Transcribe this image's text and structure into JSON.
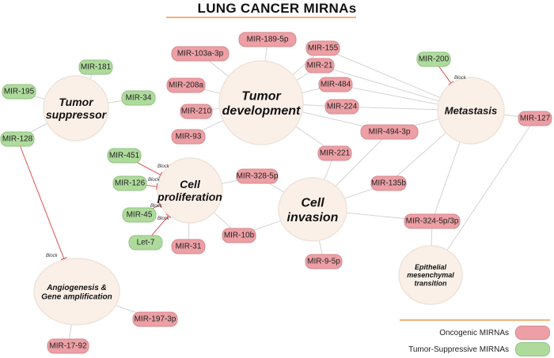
{
  "title": "LUNG CANCER MIRNAs",
  "colors": {
    "oncogenic_fill": "#ec9fa4",
    "oncogenic_stroke": "#d88a90",
    "suppressive_fill": "#aedb9c",
    "suppressive_stroke": "#92c283",
    "hub_fill": "#fbf0e8",
    "hub_stroke": "#eee3dc",
    "edge": "#d3d3d3",
    "block_edge": "#d9534f",
    "accent_rule": "#f0b27a"
  },
  "block_label": "Block",
  "hubs": [
    {
      "id": "suppressor",
      "lines": [
        "Tumor",
        "suppressor"
      ]
    },
    {
      "id": "development",
      "lines": [
        "Tumor",
        "development"
      ]
    },
    {
      "id": "metastasis",
      "lines": [
        "Metastasis"
      ]
    },
    {
      "id": "proliferation",
      "lines": [
        "Cell",
        "proliferation"
      ]
    },
    {
      "id": "invasion",
      "lines": [
        "Cell",
        "invasion"
      ]
    },
    {
      "id": "angiogenesis",
      "lines": [
        "Angiogenesis &",
        "Gene amplification"
      ]
    },
    {
      "id": "emt",
      "lines": [
        "Epithelial",
        "mesenchymal",
        "transition"
      ]
    }
  ],
  "mirnas": [
    {
      "id": "mir189",
      "label": "MIR-189-5p",
      "type": "oncogenic"
    },
    {
      "id": "mir103",
      "label": "MIR-103a-3p",
      "type": "oncogenic"
    },
    {
      "id": "mir155",
      "label": "MIR-155",
      "type": "oncogenic"
    },
    {
      "id": "mir21",
      "label": "MIR-21",
      "type": "oncogenic"
    },
    {
      "id": "mir484",
      "label": "MIR-484",
      "type": "oncogenic"
    },
    {
      "id": "mir224",
      "label": "MIR-224",
      "type": "oncogenic"
    },
    {
      "id": "mir494",
      "label": "MIR-494-3p",
      "type": "oncogenic"
    },
    {
      "id": "mir221",
      "label": "MIR-221",
      "type": "oncogenic"
    },
    {
      "id": "mir208",
      "label": "MIR-208a",
      "type": "oncogenic"
    },
    {
      "id": "mir210",
      "label": "MIR-210",
      "type": "oncogenic"
    },
    {
      "id": "mir93",
      "label": "MIR-93",
      "type": "oncogenic"
    },
    {
      "id": "mir200",
      "label": "MIR-200",
      "type": "suppressive"
    },
    {
      "id": "mir127",
      "label": "MIR-127",
      "type": "oncogenic"
    },
    {
      "id": "mir181",
      "label": "MIR-181",
      "type": "suppressive"
    },
    {
      "id": "mir195",
      "label": "MIR-195",
      "type": "suppressive"
    },
    {
      "id": "mir34",
      "label": "MIR-34",
      "type": "suppressive"
    },
    {
      "id": "mir128",
      "label": "MIR-128",
      "type": "suppressive"
    },
    {
      "id": "mir451",
      "label": "MIR-451",
      "type": "suppressive"
    },
    {
      "id": "mir126",
      "label": "MIR-126",
      "type": "suppressive"
    },
    {
      "id": "mir45",
      "label": "MIR-45",
      "type": "suppressive"
    },
    {
      "id": "let7",
      "label": "Let-7",
      "type": "suppressive"
    },
    {
      "id": "mir31",
      "label": "MIR-31",
      "type": "oncogenic"
    },
    {
      "id": "mir10b",
      "label": "MIR-10b",
      "type": "oncogenic"
    },
    {
      "id": "mir328",
      "label": "MIR-328-5p",
      "type": "oncogenic"
    },
    {
      "id": "mir135",
      "label": "MIR-135b",
      "type": "oncogenic"
    },
    {
      "id": "mir324",
      "label": "MIR-324-5p/3p",
      "type": "oncogenic"
    },
    {
      "id": "mir9",
      "label": "MIR-9-5p",
      "type": "oncogenic"
    },
    {
      "id": "mir197",
      "label": "MIR-197-3p",
      "type": "oncogenic"
    },
    {
      "id": "mir1792",
      "label": "MIR-17-92",
      "type": "oncogenic"
    }
  ],
  "edges": [
    [
      "development",
      "mir189"
    ],
    [
      "development",
      "mir103"
    ],
    [
      "development",
      "mir155"
    ],
    [
      "development",
      "mir21"
    ],
    [
      "development",
      "mir484"
    ],
    [
      "development",
      "mir224"
    ],
    [
      "development",
      "mir494"
    ],
    [
      "development",
      "mir221"
    ],
    [
      "development",
      "mir208"
    ],
    [
      "development",
      "mir210"
    ],
    [
      "development",
      "mir93"
    ],
    [
      "metastasis",
      "mir155"
    ],
    [
      "metastasis",
      "mir21"
    ],
    [
      "metastasis",
      "mir484"
    ],
    [
      "metastasis",
      "mir224"
    ],
    [
      "metastasis",
      "mir494"
    ],
    [
      "metastasis",
      "mir127"
    ],
    [
      "metastasis",
      "mir135"
    ],
    [
      "metastasis",
      "mir324"
    ],
    [
      "emt",
      "mir127"
    ],
    [
      "emt",
      "mir324"
    ],
    [
      "suppressor",
      "mir181"
    ],
    [
      "suppressor",
      "mir195"
    ],
    [
      "suppressor",
      "mir34"
    ],
    [
      "suppressor",
      "mir128"
    ],
    [
      "proliferation",
      "mir31"
    ],
    [
      "proliferation",
      "mir10b"
    ],
    [
      "proliferation",
      "mir328"
    ],
    [
      "invasion",
      "mir328"
    ],
    [
      "invasion",
      "mir10b"
    ],
    [
      "invasion",
      "mir221"
    ],
    [
      "invasion",
      "mir494"
    ],
    [
      "invasion",
      "mir135"
    ],
    [
      "invasion",
      "mir324"
    ],
    [
      "invasion",
      "mir9"
    ],
    [
      "angiogenesis",
      "mir197"
    ],
    [
      "angiogenesis",
      "mir1792"
    ]
  ],
  "block_edges": [
    [
      "mir451",
      "proliferation"
    ],
    [
      "mir126",
      "proliferation"
    ],
    [
      "mir45",
      "proliferation"
    ],
    [
      "let7",
      "proliferation"
    ],
    [
      "mir200",
      "metastasis"
    ],
    [
      "mir128",
      "angiogenesis"
    ]
  ],
  "legend": [
    {
      "label": "Oncogenic MIRNAs",
      "type": "oncogenic"
    },
    {
      "label": "Tumor-Suppressive MIRNAs",
      "type": "suppressive"
    }
  ]
}
